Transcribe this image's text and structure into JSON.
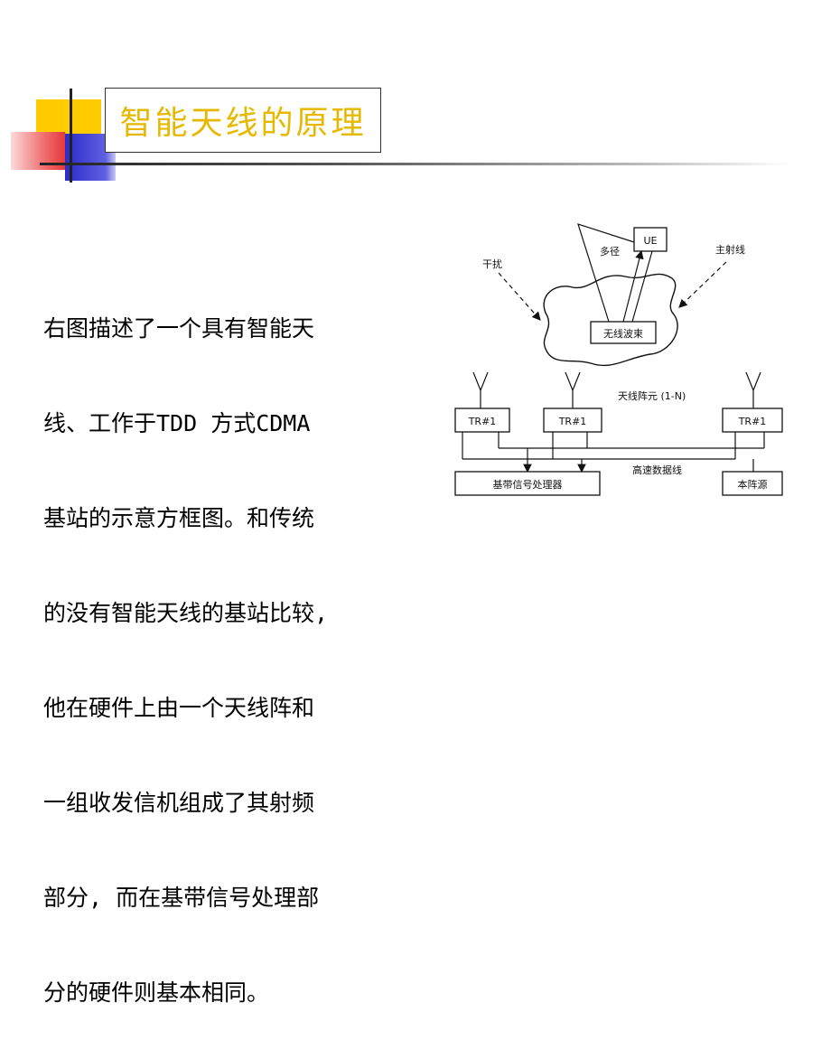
{
  "slide": {
    "title": "智能天线的原理",
    "body_lines": [
      "右图描述了一个具有智能天",
      "线、工作于TDD 方式CDMA",
      "基站的示意方框图。和传统",
      "的没有智能天线的基站比较,",
      "他在硬件上由一个天线阵和",
      "一组收发信机组成了其射频",
      "部分, 而在基带信号处理部",
      "分的硬件则基本相同。"
    ]
  },
  "diagram": {
    "labels": {
      "interference": "干扰",
      "multipath": "多径",
      "ue": "UE",
      "main_ray": "主射线",
      "beam": "无线波束",
      "array": "天线阵元 (1-N)",
      "trx": [
        "TR#1",
        "TR#1",
        "TR#1"
      ],
      "bus": "高速数据线",
      "baseband": "基带信号处理器",
      "local_osc": "本阵源"
    }
  },
  "colors": {
    "title": "#e6b800",
    "deco_yellow": "#ffcc00",
    "deco_blue": "#3333cc",
    "deco_red": "#ee4444"
  }
}
